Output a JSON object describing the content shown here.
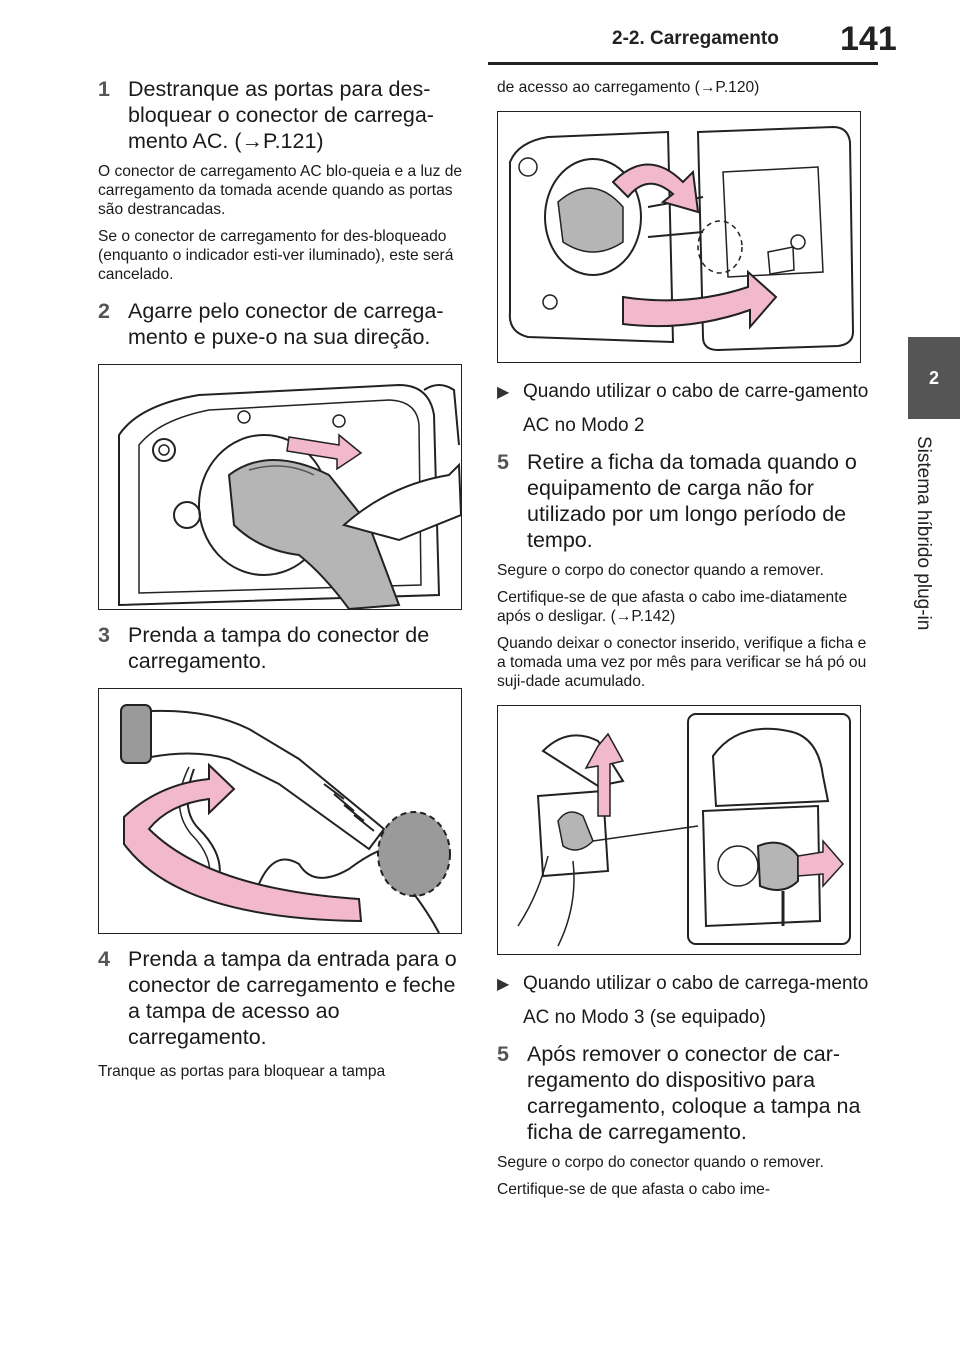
{
  "header": {
    "section_title": "2-2. Carregamento",
    "page_number": "141"
  },
  "side_tab": {
    "chapter_number": "2",
    "chapter_title": "Sistema híbrido plug-in"
  },
  "left_column": {
    "step1": {
      "number": "1",
      "text": "Destranque as portas para des-bloquear o conector de carrega-mento AC. (→P.121)"
    },
    "note1": "O conector de carregamento AC blo-queia e a luz de carregamento da tomada acende quando as portas são destrancadas.",
    "note2": "Se o conector de carregamento for des-bloqueado (enquanto o indicador esti-ver iluminado), este será cancelado.",
    "step2": {
      "number": "2",
      "text": "Agarre pelo conector de carrega-mento e puxe-o na sua direção."
    },
    "step3": {
      "number": "3",
      "text": "Prenda a tampa do conector de carregamento."
    },
    "step4": {
      "number": "4",
      "text": "Prenda a tampa da entrada para o conector de carregamento e feche a tampa de acesso ao carregamento."
    },
    "note3": "Tranque as portas para bloquear a tampa"
  },
  "right_column": {
    "note_cont": "de acesso ao carregamento (→P.120)",
    "bullet1": "Quando utilizar o cabo de carre-gamento AC no Modo 2",
    "step5a": {
      "number": "5",
      "text": "Retire a ficha da tomada quando o equipamento de carga não for utilizado por um longo período de tempo."
    },
    "note4": "Segure o corpo do conector quando a remover.",
    "note5": "Certifique-se de que afasta o cabo ime-diatamente após o desligar. (→P.142)",
    "note6": "Quando deixar o conector inserido, verifique a ficha e a tomada uma vez por mês para verificar se há pó ou suji-dade acumulado.",
    "bullet2": "Quando utilizar o cabo de carrega-mento AC no Modo 3 (se equipado)",
    "step5b": {
      "number": "5",
      "text": "Após remover o conector de car-regamento do dispositivo para carregamento, coloque a tampa na ficha de carregamento."
    },
    "note7": "Segure o corpo do conector quando o remover.",
    "note8": "Certifique-se de que afasta o cabo ime-"
  },
  "colors": {
    "arrow_pink": "#f2b8cc",
    "tab_gray": "#555555",
    "cap_gray": "#9a9a9a"
  }
}
